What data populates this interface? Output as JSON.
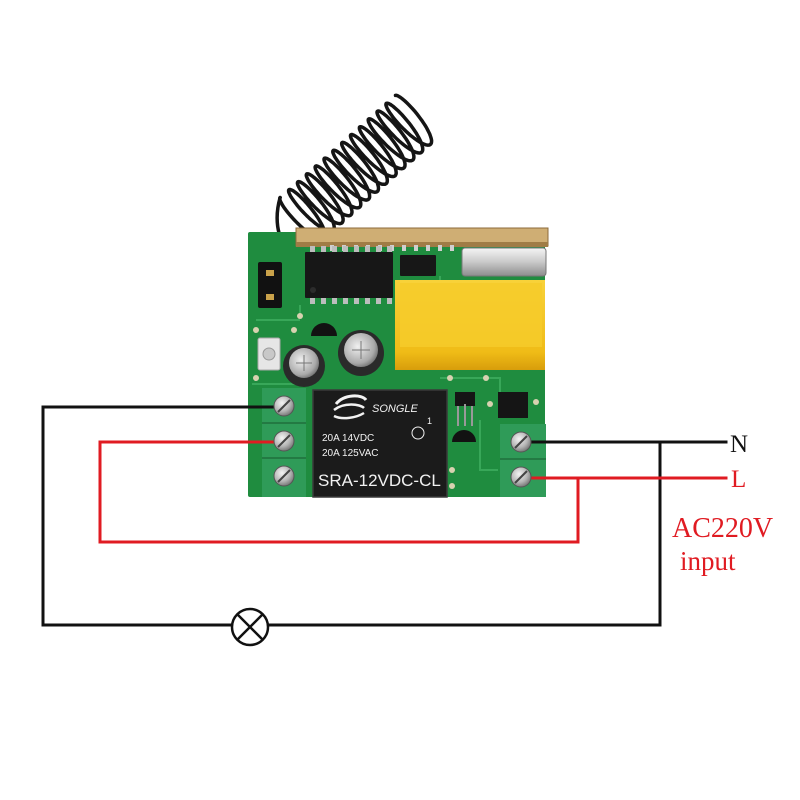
{
  "labels": {
    "neutral": "N",
    "live": "L",
    "supply_voltage": "AC220V",
    "supply_caption": "input"
  },
  "relay": {
    "brand": "SONGLE",
    "rating_dc": "20A 14VDC",
    "rating_ac": "20A 125VAC",
    "cert_mark": "1",
    "model": "SRA-12VDC-CL"
  },
  "icons": {
    "lamp": "lamp-icon",
    "relay_logo": "songle-logo-icon"
  },
  "colors": {
    "neutral_wire": "#111111",
    "live_wire": "#e01b22",
    "live_label": "#e01b22",
    "neutral_label": "#111111",
    "pcb_green": "#1f8c3f",
    "terminal_green": "#2f9b58",
    "capacitor_yellow": "#f3c11d",
    "relay_body": "#1b1b1b"
  }
}
